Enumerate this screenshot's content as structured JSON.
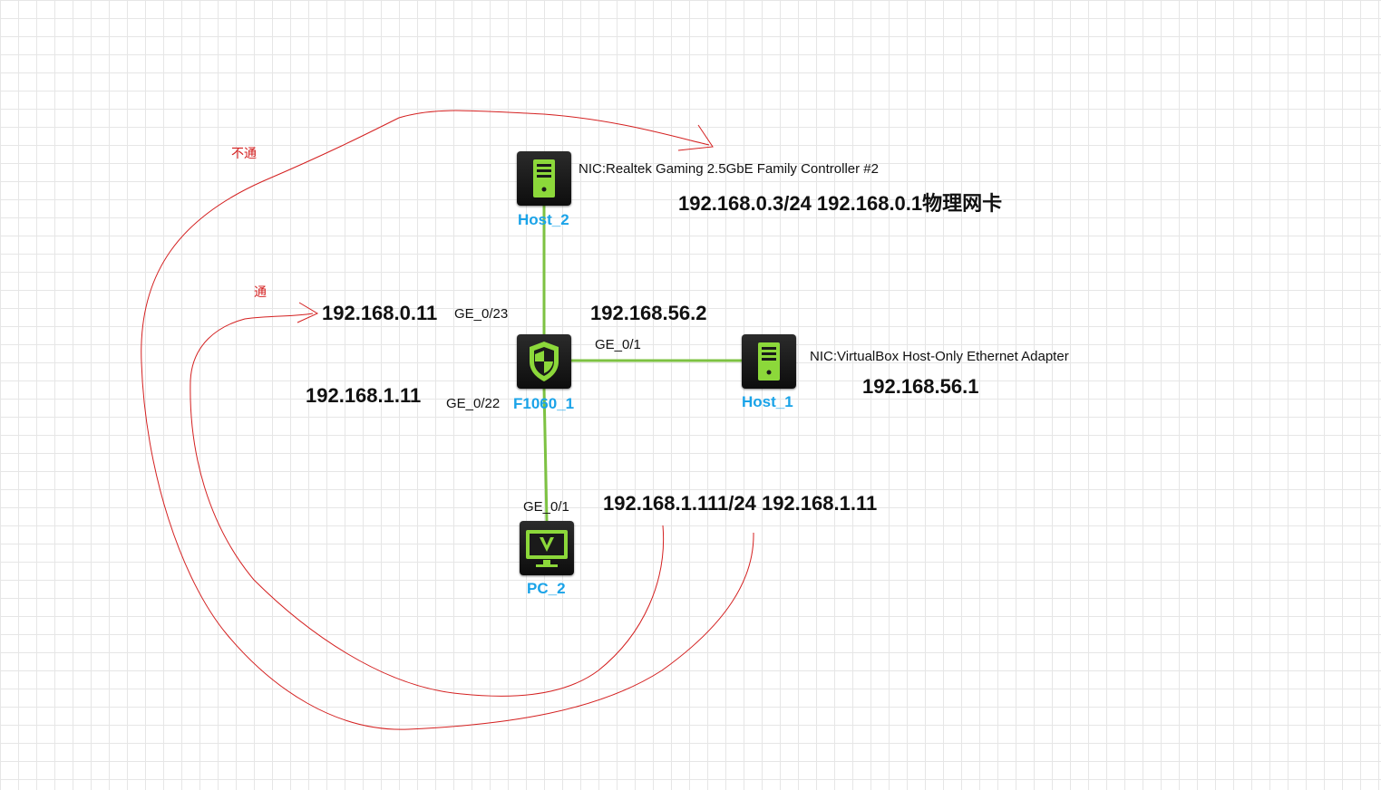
{
  "devices": {
    "host2": {
      "label": "Host_2",
      "type": "server"
    },
    "host1": {
      "label": "Host_1",
      "type": "server"
    },
    "firewall": {
      "label": "F1060_1",
      "type": "firewall"
    },
    "pc2": {
      "label": "PC_2",
      "type": "pc"
    }
  },
  "ports": {
    "fw_ge023": "GE_0/23",
    "fw_ge01": "GE_0/1",
    "fw_ge022": "GE_0/22",
    "pc_ge01": "GE_0/1"
  },
  "ip_labels": {
    "host2_ip": "192.168.0.3/24  192.168.0.1物理网卡",
    "fw_ge023_ip": "192.168.0.11",
    "fw_ge01_ip": "192.168.56.2",
    "host1_ip": "192.168.56.1",
    "fw_ge022_ip": "192.168.1.11",
    "pc2_ip": "192.168.1.111/24 192.168.1.11"
  },
  "nic_labels": {
    "host2_nic": "NIC:Realtek Gaming 2.5GbE Family  Controller #2",
    "host1_nic": "NIC:VirtualBox Host-Only Ethernet Adapter"
  },
  "annotations": {
    "fail": "不通",
    "ok": "通"
  },
  "colors": {
    "link": "#7dc242",
    "device_label": "#1aa3e8",
    "icon_green": "#8cd83a",
    "annotation": "#d42020"
  }
}
